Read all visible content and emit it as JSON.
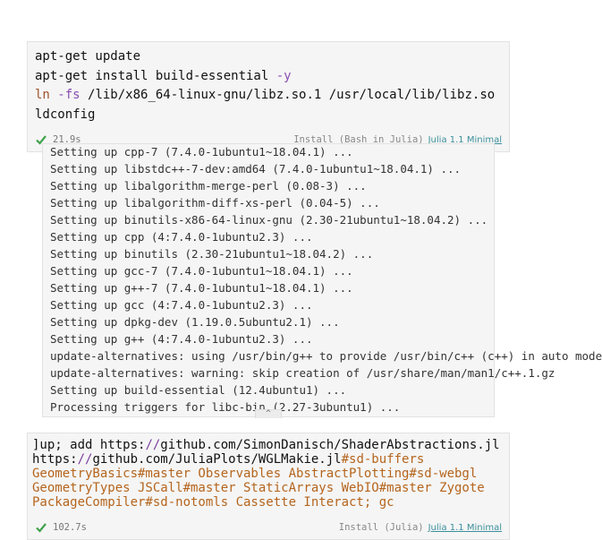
{
  "cell1": {
    "lines": [
      [
        {
          "t": "apt-get update",
          "c": ""
        }
      ],
      [
        {
          "t": "apt-get install build-essential ",
          "c": ""
        },
        {
          "t": "-y",
          "c": "tok-flag"
        }
      ],
      [
        {
          "t": "ln",
          "c": "tok-cmd"
        },
        {
          "t": " ",
          "c": ""
        },
        {
          "t": "-fs",
          "c": "tok-flag"
        },
        {
          "t": " /lib/x86_64-linux-gnu/libz.so.1 /usr/local/lib/libz.so",
          "c": ""
        }
      ],
      [
        {
          "t": "ldconfig",
          "c": ""
        }
      ]
    ],
    "runtime": "21.9s",
    "runner": "Install (Bash in Julia)",
    "badge": "Julia 1.1 Minimal"
  },
  "output": {
    "lines": [
      "Setting up cpp-7 (7.4.0-1ubuntu1~18.04.1) ...",
      "Setting up libstdc++-7-dev:amd64 (7.4.0-1ubuntu1~18.04.1) ...",
      "Setting up libalgorithm-merge-perl (0.08-3) ...",
      "Setting up libalgorithm-diff-xs-perl (0.04-5) ...",
      "Setting up binutils-x86-64-linux-gnu (2.30-21ubuntu1~18.04.2) ...",
      "Setting up cpp (4:7.4.0-1ubuntu2.3) ...",
      "Setting up binutils (2.30-21ubuntu1~18.04.2) ...",
      "Setting up gcc-7 (7.4.0-1ubuntu1~18.04.1) ...",
      "Setting up g++-7 (7.4.0-1ubuntu1~18.04.1) ...",
      "Setting up gcc (4:7.4.0-1ubuntu2.3) ...",
      "Setting up dpkg-dev (1.19.0.5ubuntu2.1) ...",
      "Setting up g++ (4:7.4.0-1ubuntu2.3) ...",
      "update-alternatives: using /usr/bin/g++ to provide /usr/bin/c++ (c++) in auto mode",
      "update-alternatives: warning: skip creation of /usr/share/man/man1/c++.1.gz",
      "Setting up build-essential (12.4ubuntu1) ...",
      "Processing triggers for libc-bin (2.27-3ubuntu1) ..."
    ],
    "collapse_glyph": "^"
  },
  "cell2": {
    "lines": [
      [
        {
          "t": "]up; add https:",
          "c": ""
        },
        {
          "t": "//",
          "c": "tok-url"
        },
        {
          "t": "github.com/SimonDanisch/ShaderAbstractions.jl",
          "c": ""
        }
      ],
      [
        {
          "t": "https:",
          "c": ""
        },
        {
          "t": "//",
          "c": "tok-url"
        },
        {
          "t": "github.com/JuliaPlots/WGLMakie.jl",
          "c": ""
        },
        {
          "t": "#sd-buffers",
          "c": "tok-pkg"
        }
      ],
      [
        {
          "t": "GeometryBasics#master Observables AbstractPlotting#sd-webgl",
          "c": "tok-pkg"
        }
      ],
      [
        {
          "t": "GeometryTypes JSCall#master StaticArrays WebIO#master Zygote",
          "c": "tok-pkg"
        }
      ],
      [
        {
          "t": "PackageCompiler#sd-notomls Cassette Interact; gc",
          "c": "tok-pkg"
        }
      ]
    ],
    "runtime": "102.7s",
    "runner": "Install (Julia)",
    "badge": "Julia 1.1 Minimal"
  },
  "colors": {
    "check": "#3fa24a",
    "badge": "#3a8f9b"
  },
  "icons": {
    "status": "check-icon"
  }
}
